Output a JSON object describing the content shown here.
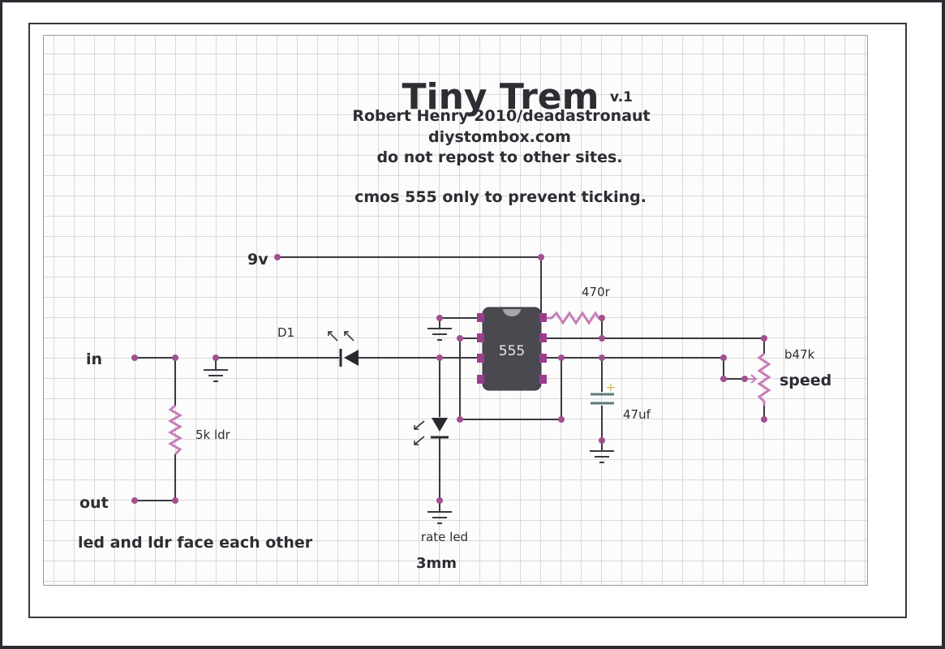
{
  "title": {
    "main": "Tiny Trem",
    "version": "v.1"
  },
  "header_lines": {
    "author": "Robert Henry 2010/deadastronaut",
    "site": "diystombox.com",
    "notice": "do not repost to other sites.",
    "note": "cmos 555 only to prevent ticking."
  },
  "labels": {
    "supply": "9v",
    "input": "in",
    "output": "out",
    "ldr": "5k ldr",
    "diode": "D1",
    "ic": "555",
    "resistor": "470r",
    "pot_value": "b47k",
    "pot_name": "speed",
    "cap": "47uf",
    "cap_polarity": "+",
    "rate_led": "rate led",
    "led_size": "3mm",
    "footnote": "led and ldr face each other"
  },
  "colors": {
    "wire": "#3b3840",
    "node": "#a0508f",
    "component_pink": "#c77fb8",
    "ic_body": "#4b4950",
    "ic_pin": "#9b3d8e",
    "cap_plate": "#5f7a78",
    "cap_plus": "#d8b24a",
    "grid": "#d9d9d9"
  }
}
